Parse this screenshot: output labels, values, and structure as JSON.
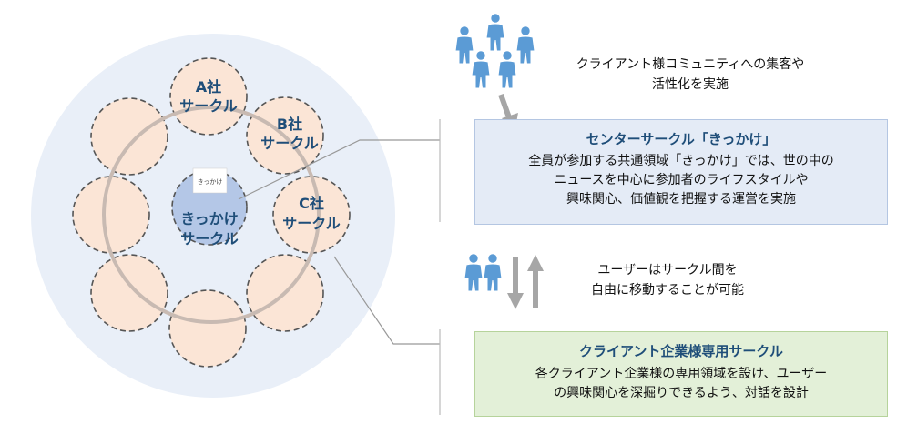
{
  "circles": {
    "a": [
      "A社",
      "サークル"
    ],
    "b": [
      "B社",
      "サークル"
    ],
    "c": [
      "C社",
      "サークル"
    ],
    "center": [
      "きっかけ",
      "サークル"
    ],
    "logo": "きっかけ"
  },
  "notes": {
    "top": [
      "クライアント様コミュニティへの集客や",
      "活性化を実施"
    ],
    "middle": [
      "ユーザーはサークル間を",
      "自由に移動することが可能"
    ]
  },
  "center_box": {
    "title": "センターサークル「きっかけ」",
    "body": [
      "全員が参加する共通領域「きっかけ」では、世の中の",
      "ニュースを中心に参加者のライフスタイルや",
      "興味関心、価値観を把握する運営を実施"
    ]
  },
  "client_box": {
    "title": "クライアント企業様専用サークル",
    "body": [
      "各クライアント企業様の専用領域を設け、ユーザー",
      "の興味関心を深掘りできるよう、対話を設計"
    ]
  },
  "colors": {
    "outer_bg": "#e9eff8",
    "petal_fill": "#fbe5d6",
    "center_fill": "#b4c7e7",
    "heading_blue": "#1f4e79",
    "ring": "#c8bab2",
    "person": "#5b9bd5",
    "center_box_bg": "#e4ebf6",
    "client_box_bg": "#e3f0d8"
  },
  "icons": [
    "person-group-icon",
    "person-pair-icon",
    "down-arrow-icon",
    "up-arrow-icon"
  ]
}
